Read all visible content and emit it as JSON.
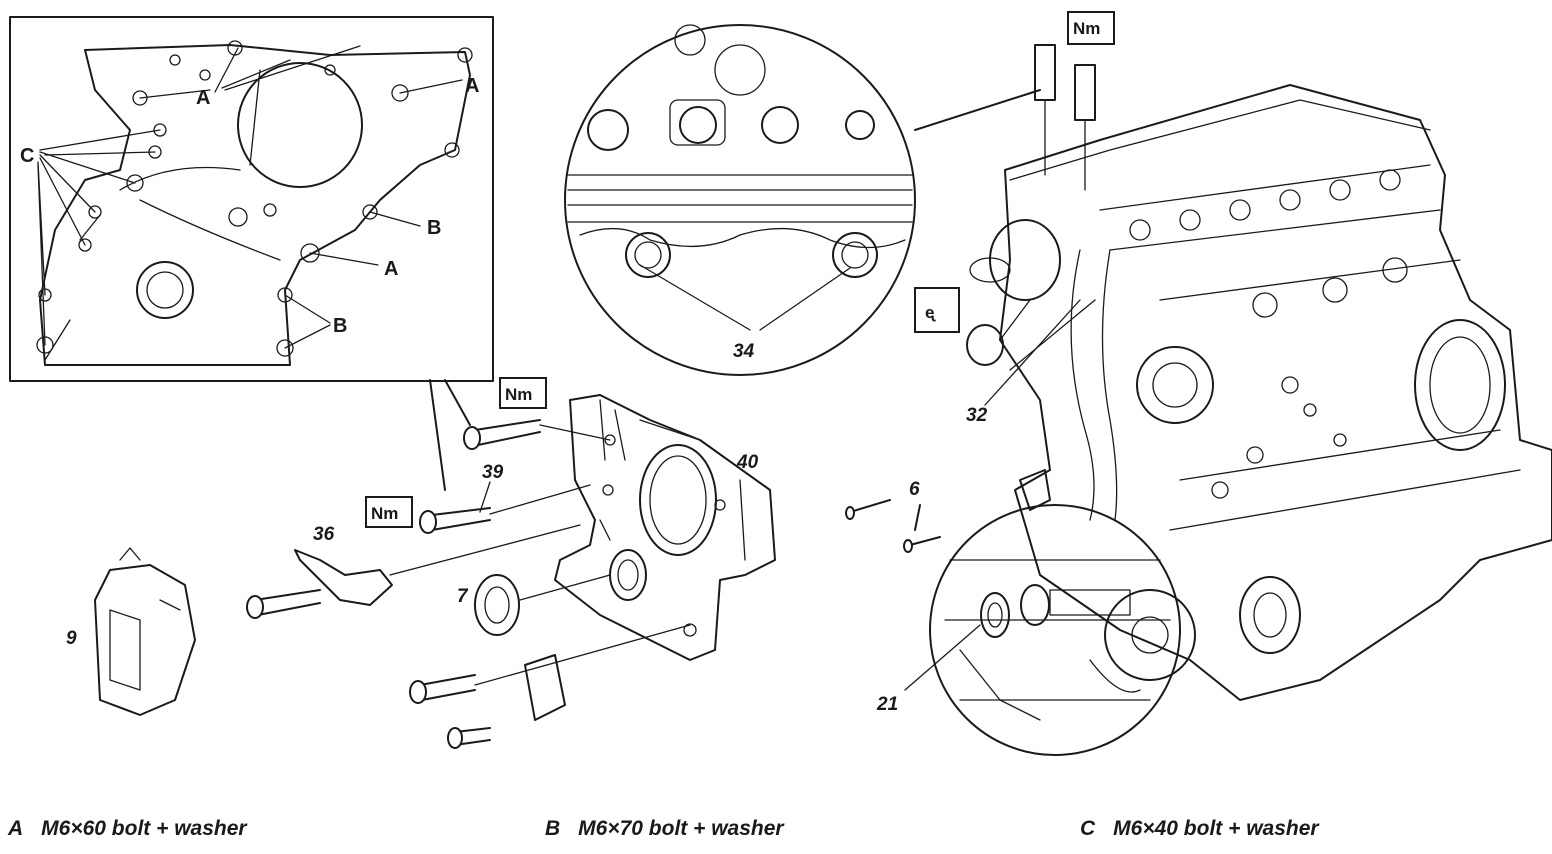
{
  "callouts": {
    "inset": {
      "a_top": "A",
      "a_right": "A",
      "a_mid": "A",
      "b_upper": "B",
      "b_lower": "B",
      "c_left": "C"
    },
    "parts": {
      "p40": "40",
      "p39": "39",
      "p36": "36",
      "p9": "9",
      "p7": "7",
      "p34": "34",
      "p32": "32",
      "p6": "6",
      "p21": "21"
    },
    "torque_symbol": "Nm"
  },
  "legend": [
    {
      "key": "A",
      "text": "M6×60 bolt + washer"
    },
    {
      "key": "B",
      "text": "M6×70 bolt + washer"
    },
    {
      "key": "C",
      "text": "M6×40 bolt + washer"
    }
  ]
}
